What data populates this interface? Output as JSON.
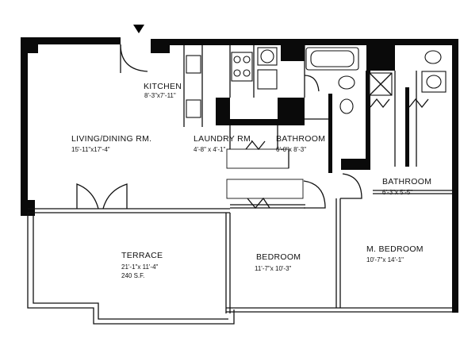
{
  "plan": {
    "rooms": [
      {
        "name": "KITCHEN",
        "dims": "8'-3\"x7'-11\""
      },
      {
        "name": "LIVING/DINING RM.",
        "dims": "15'-11\"x17'-4\""
      },
      {
        "name": "LAUNDRY RM.",
        "dims": "4'-8\" x 4'-1\""
      },
      {
        "name": "BATHROOM",
        "dims": "6'-0\"x 8'-3\""
      },
      {
        "name": "BATHROOM",
        "dims": "6'-3\"x 5'-5\""
      },
      {
        "name": "TERRACE",
        "dims": "21'-1\"x 11'-4\"",
        "area": "240 S.F."
      },
      {
        "name": "BEDROOM",
        "dims": "11'-7\"x 10'-3\""
      },
      {
        "name": "M. BEDROOM",
        "dims": "10'-7\"x 14'-1\""
      }
    ]
  }
}
